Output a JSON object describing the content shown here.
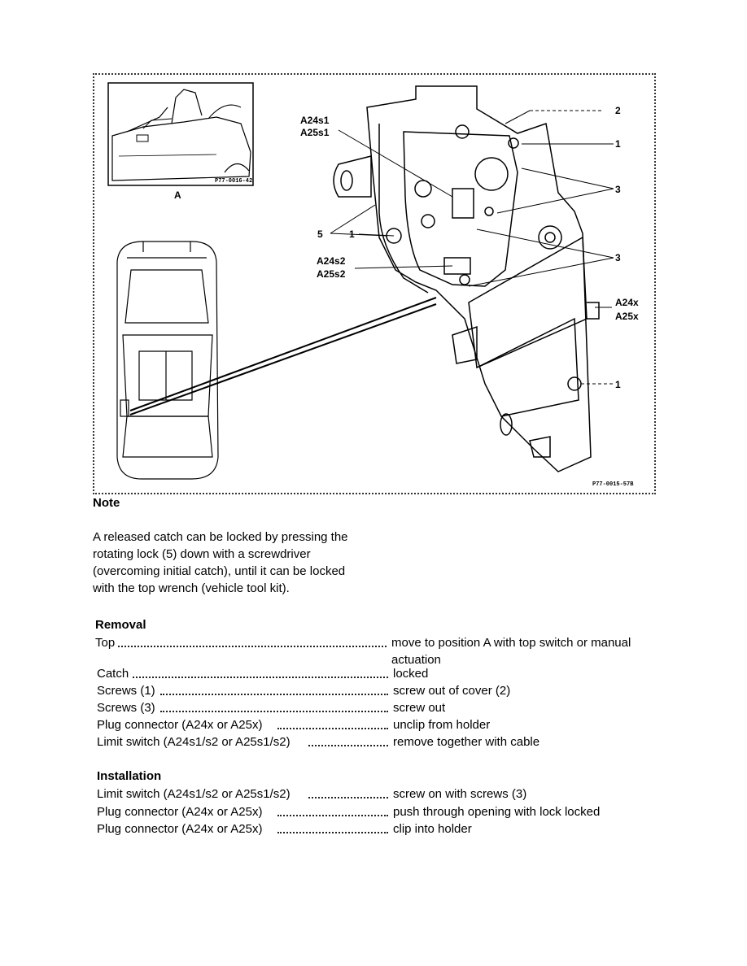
{
  "figure": {
    "callouts": {
      "a24s1": "A24s1",
      "a25s1": "A25s1",
      "a24s2": "A24s2",
      "a25s2": "A25s2",
      "a24x": "A24x",
      "a25x": "A25x",
      "n2": "2",
      "n1_top": "1",
      "n3_upper": "3",
      "n5": "5",
      "n1_left": "1",
      "n3_lower": "3",
      "n1_bottom": "1",
      "inset_a": "A"
    },
    "code": "P77-0015-57B",
    "inset_code": "P77-0016-42"
  },
  "note": {
    "title": "Note",
    "text": "A released catch can be locked by pressing the rotating lock (5) down with a screwdriver (overcoming initial catch), until it can be locked with the top wrench (vehicle tool kit)."
  },
  "removal": {
    "title": "Removal",
    "rows": [
      {
        "label": "Top",
        "value": "move to position A with top switch or manual actuation"
      },
      {
        "label": "Catch",
        "value": "locked"
      },
      {
        "label": "Screws (1)",
        "value": "screw out of cover (2)"
      },
      {
        "label": "Screws (3)",
        "value": "screw out"
      },
      {
        "label": "Plug connector (A24x or A25x)",
        "value": "unclip from holder"
      },
      {
        "label": "Limit switch (A24s1/s2 or A25s1/s2)",
        "value": "remove together with cable"
      }
    ]
  },
  "installation": {
    "title": "Installation",
    "rows": [
      {
        "label": "Limit switch (A24s1/s2 or A25s1/s2)",
        "value": "screw on with screws (3)"
      },
      {
        "label": "Plug connector (A24x or A25x)",
        "value": "push through opening with lock locked"
      },
      {
        "label": "Plug connector (A24x or A25x)",
        "value": "clip into holder"
      }
    ]
  }
}
